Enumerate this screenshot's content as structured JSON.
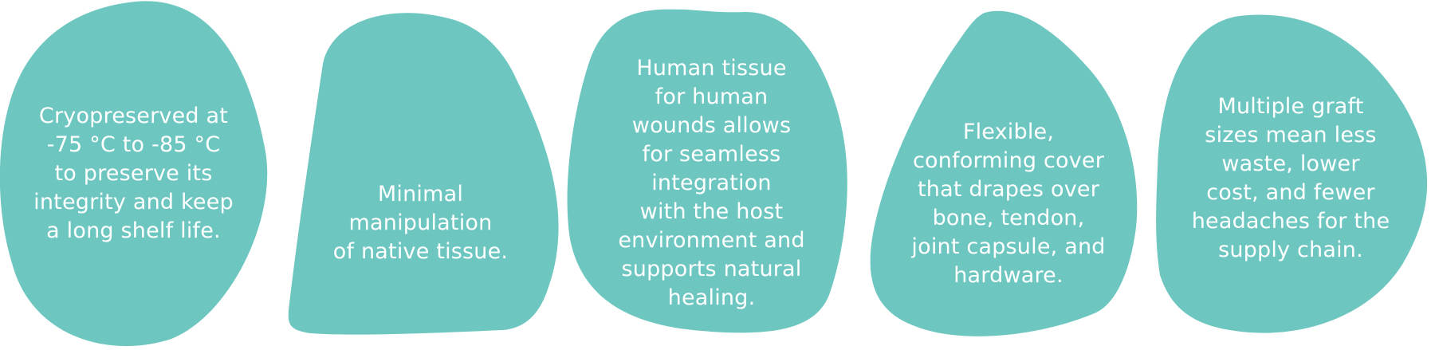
{
  "colors": {
    "blob_fill": "#6dc7c0",
    "text": "#ffffff",
    "background": "#ffffff"
  },
  "blobs": [
    {
      "lines": [
        "Cryopreserved at",
        "-75 °C to -85 °C",
        "to preserve its",
        "integrity and keep",
        "a long shelf life."
      ]
    },
    {
      "lines": [
        "Minimal",
        "manipulation",
        "of native tissue."
      ]
    },
    {
      "lines": [
        "Human tissue",
        "for human",
        "wounds allows",
        "for seamless",
        "integration",
        "with the host",
        "environment and",
        "supports natural",
        "healing."
      ]
    },
    {
      "lines": [
        "Flexible,",
        "conforming cover",
        "that drapes over",
        "bone, tendon,",
        "joint capsule, and",
        "hardware."
      ]
    },
    {
      "lines": [
        "Multiple graft",
        "sizes mean less",
        "waste, lower",
        "cost, and fewer",
        "headaches for the",
        "supply chain."
      ]
    }
  ]
}
